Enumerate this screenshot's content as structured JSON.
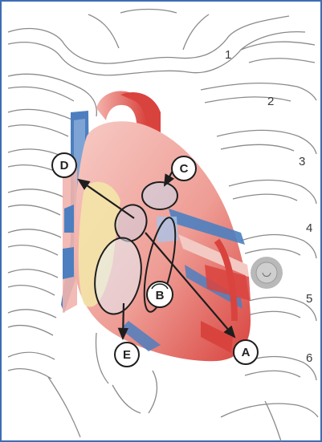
{
  "diagram": {
    "colors": {
      "frame_border": "#3d6db5",
      "rib_outline": "#8a8a8a",
      "heart_red": "#d9433e",
      "heart_pink": "#f1b4ad",
      "vessel_blue": "#4d7fc0",
      "fat_yellow": "#f3e7a8",
      "marker_fill": "#ffffff",
      "arrow": "#1e1e1e",
      "nipple": "#b9b9b9"
    },
    "rib_numbers": [
      "1",
      "2",
      "3",
      "4",
      "5",
      "6"
    ],
    "position_labels": {
      "A": "A",
      "B": "B",
      "C": "C",
      "D": "D",
      "E": "E"
    }
  }
}
